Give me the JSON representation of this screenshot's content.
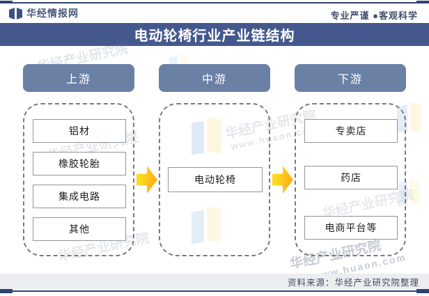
{
  "header": {
    "logo_text": "华经情报网",
    "tagline": "专业严谨 ●客观科学"
  },
  "title": "电动轮椅行业产业链结构",
  "columns": [
    {
      "label": "上游",
      "items": [
        "铝材",
        "橡胶轮胎",
        "集成电路",
        "其他"
      ]
    },
    {
      "label": "中游",
      "items": [
        "电动轮椅"
      ]
    },
    {
      "label": "下游",
      "items": [
        "专卖店",
        "药店",
        "电商平台等"
      ]
    }
  ],
  "arrows": [
    {
      "name": "upstream-to-midstream",
      "direction": "right"
    },
    {
      "name": "midstream-to-downstream",
      "direction": "right"
    }
  ],
  "footer": {
    "source": "资料来源：华经产业研究院整理"
  },
  "watermark": {
    "text": "华经产业研究院",
    "url": "www.huaon.com"
  },
  "colors": {
    "title_bar": "#45588E",
    "column_header": "#6B80A5",
    "border_line": "#2F4370",
    "arrow_yellow": "#FFD91E",
    "arrow_orange": "#FFA917",
    "footer_bar": "#ECEDF0"
  }
}
